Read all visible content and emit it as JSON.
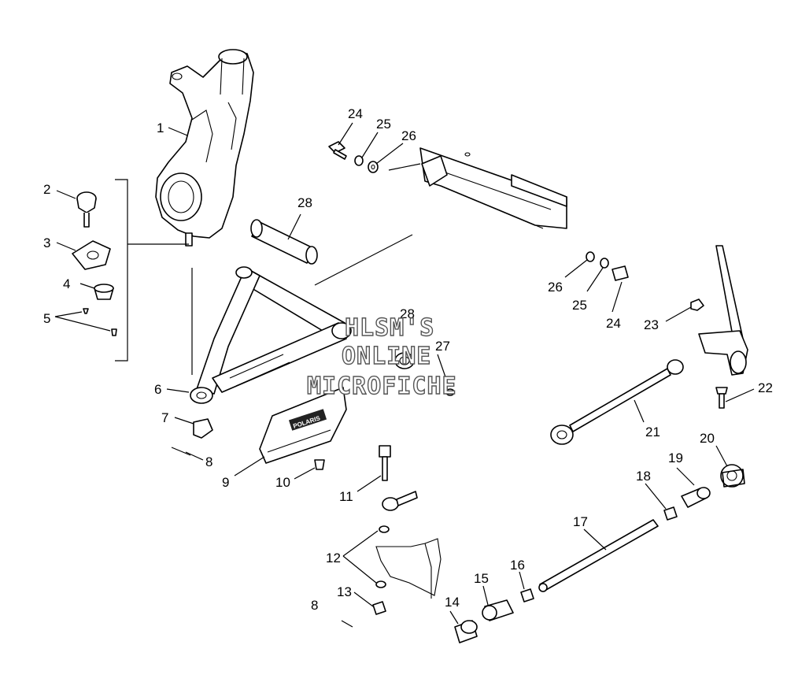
{
  "watermark": {
    "line1": "HLSM'S",
    "line2": "ONLINE",
    "line3": "MICROFICHE"
  },
  "decal_text": "POLARIS",
  "callouts": [
    "1",
    "2",
    "3",
    "4",
    "5",
    "6",
    "7",
    "8",
    "9",
    "10",
    "11",
    "12",
    "13",
    "14",
    "15",
    "16",
    "17",
    "18",
    "19",
    "20",
    "21",
    "22",
    "23",
    "24",
    "25",
    "26",
    "27",
    "28",
    "8",
    "24",
    "25",
    "26",
    "28"
  ]
}
